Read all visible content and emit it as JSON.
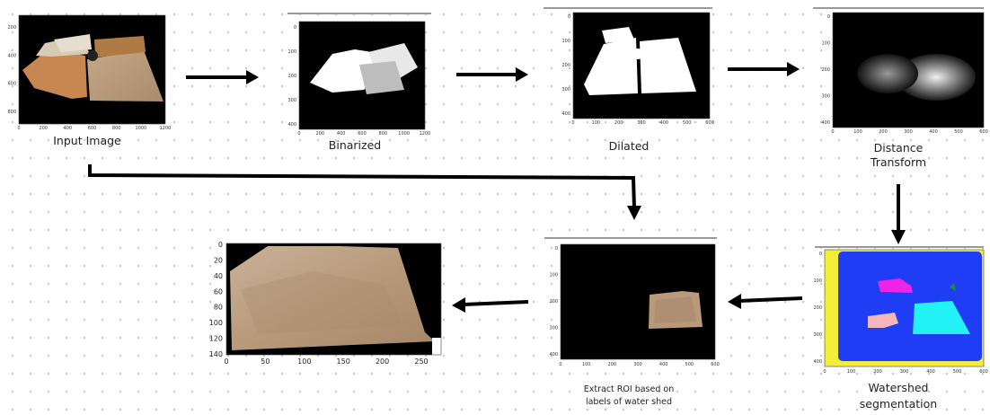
{
  "steps": {
    "input_label": "Input Image",
    "binarized_label": "Binarized",
    "dilated_label": "Dilated",
    "distance_label_line1": "Distance",
    "distance_label_line2": "Transform",
    "watershed_label_line1": "Watershed",
    "watershed_label_line2": "segmentation",
    "extract_label_line1": "Extract ROI based on",
    "extract_label_line2": "labels of water shed"
  },
  "axes": {
    "input": {
      "x_ticks": [
        "0",
        "200",
        "400",
        "600",
        "800",
        "1000",
        "1200"
      ],
      "y_ticks": [
        "200",
        "400",
        "600",
        "800"
      ]
    },
    "binarized": {
      "x_ticks": [
        "0",
        "200",
        "400",
        "600",
        "800",
        "1000",
        "1200"
      ],
      "y_ticks": [
        "0",
        "100",
        "200",
        "300",
        "400"
      ]
    },
    "dilated": {
      "x_ticks": [
        "0",
        "100",
        "200",
        "300",
        "400",
        "500",
        "600"
      ],
      "y_ticks": [
        "0",
        "100",
        "200",
        "300",
        "400"
      ]
    },
    "distance": {
      "x_ticks": [
        "0",
        "100",
        "200",
        "300",
        "400",
        "500",
        "600"
      ],
      "y_ticks": [
        "0",
        "100",
        "200",
        "300",
        "400"
      ]
    },
    "watershed": {
      "x_ticks": [
        "0",
        "100",
        "200",
        "300",
        "400",
        "500",
        "600"
      ],
      "y_ticks": [
        "0",
        "100",
        "200",
        "300",
        "400"
      ]
    },
    "extract": {
      "x_ticks": [
        "0",
        "100",
        "200",
        "300",
        "400",
        "500",
        "600"
      ],
      "y_ticks": [
        "0",
        "100",
        "200",
        "300",
        "400"
      ]
    },
    "result": {
      "x_ticks": [
        "0",
        "50",
        "100",
        "150",
        "200",
        "250"
      ],
      "y_ticks": [
        "0",
        "20",
        "40",
        "60",
        "80",
        "100",
        "120",
        "140"
      ]
    }
  },
  "colors": {
    "arrow": "#000000",
    "watershed_background": "#f2ee3a",
    "watershed_region": "#1f3df5",
    "watershed_magenta": "#f024e6",
    "watershed_cyan": "#22f2f5",
    "watershed_pink": "#f4b7bd",
    "watershed_green": "#1f8a3f",
    "soil": "#b89a7a"
  }
}
